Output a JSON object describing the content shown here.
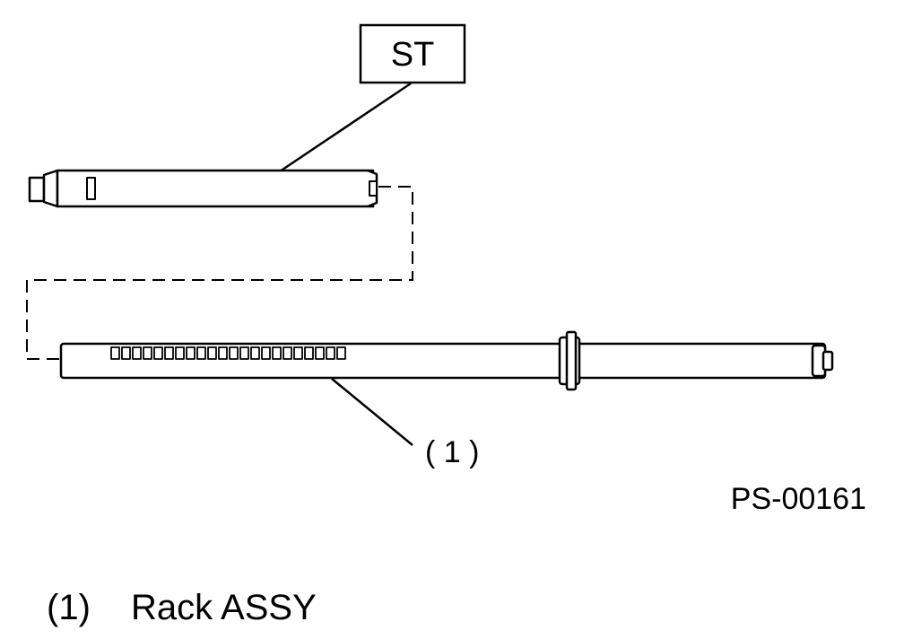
{
  "diagram": {
    "st_label": "ST",
    "callout_number": "( 1 )",
    "figure_code": "PS-00161",
    "legend": {
      "number": "(1)",
      "text": "Rack ASSY"
    }
  },
  "colors": {
    "stroke": "#000000",
    "background": "#ffffff"
  }
}
